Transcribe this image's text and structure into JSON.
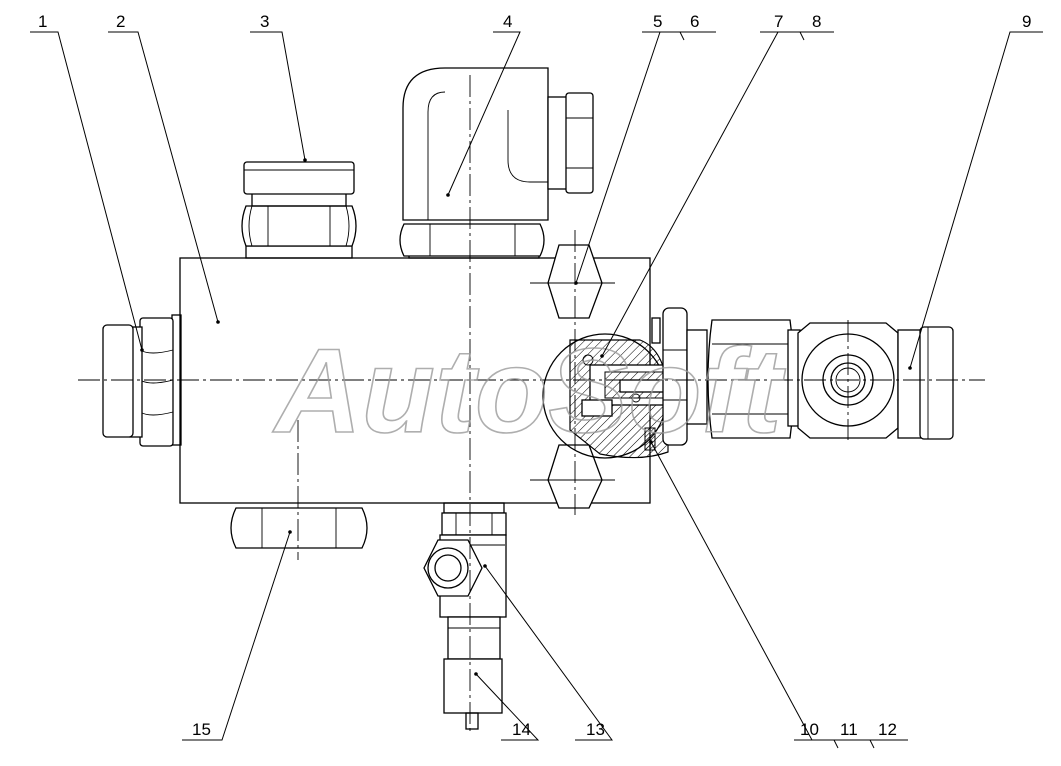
{
  "watermark": "AutoSoft",
  "labels": {
    "l1": "1",
    "l2": "2",
    "l3": "3",
    "l4": "4",
    "l5": "5",
    "l6": "6",
    "l7": "7",
    "l8": "8",
    "l9": "9",
    "l10": "10",
    "l11": "11",
    "l12": "12",
    "l13": "13",
    "l14": "14",
    "l15": "15"
  }
}
